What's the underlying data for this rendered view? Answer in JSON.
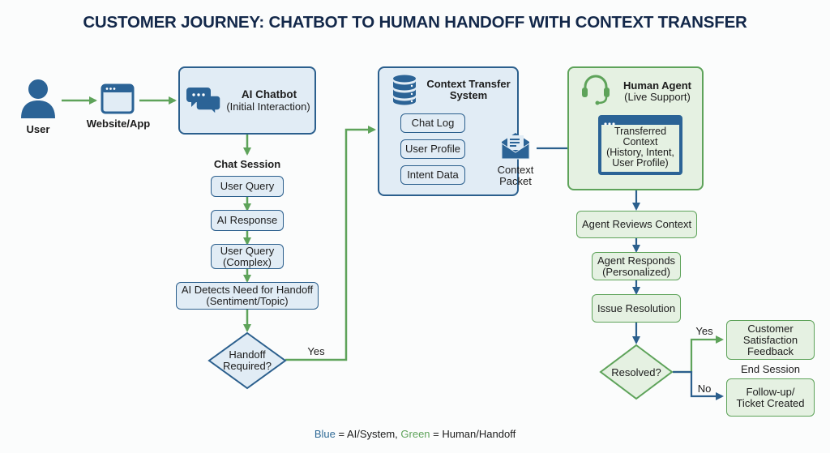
{
  "title": "CUSTOMER JOURNEY: CHATBOT TO HUMAN HANDOFF WITH CONTEXT TRANSFER",
  "colors": {
    "ai_system_blue": "#2b5f8d",
    "human_handoff_green": "#5ea35a",
    "title_navy": "#13284a"
  },
  "entry": {
    "user_label": "User",
    "website_label": "Website/App"
  },
  "chatbot": {
    "title": "AI Chatbot",
    "subtitle": "(Initial Interaction)"
  },
  "chat_session": {
    "heading": "Chat Session",
    "steps": [
      {
        "line1": "User Query",
        "line2": ""
      },
      {
        "line1": "AI Response",
        "line2": ""
      },
      {
        "line1": "User Query",
        "line2": "(Complex)"
      },
      {
        "line1": "AI Detects Need for Handoff",
        "line2": "(Sentiment/Topic)"
      }
    ],
    "decision": {
      "line1": "Handoff",
      "line2": "Required?"
    },
    "yes_label": "Yes"
  },
  "context_system": {
    "title_line1": "Context Transfer",
    "title_line2": "System",
    "items": [
      "Chat Log",
      "User Profile",
      "Intent Data"
    ],
    "packet_line1": "Context",
    "packet_line2": "Packet"
  },
  "human_agent": {
    "title": "Human Agent",
    "subtitle": "(Live Support)",
    "screen_lines": [
      "Transferred",
      "Context",
      "(History, Intent,",
      "User Profile)"
    ]
  },
  "agent_flow": {
    "steps": [
      {
        "line1": "Agent Reviews Context",
        "line2": ""
      },
      {
        "line1": "Agent Responds",
        "line2": "(Personalized)"
      },
      {
        "line1": "Issue Resolution",
        "line2": ""
      }
    ],
    "decision": "Resolved?",
    "yes_label": "Yes",
    "no_label": "No",
    "yes_outcome": [
      "Customer",
      "Satisfaction",
      "Feedback"
    ],
    "end_label": "End Session",
    "no_outcome": [
      "Follow-up/",
      "Ticket Created"
    ]
  },
  "legend": {
    "blue_word": "Blue",
    "blue_meaning": " = AI/System, ",
    "green_word": "Green",
    "green_meaning": " = Human/Handoff"
  }
}
